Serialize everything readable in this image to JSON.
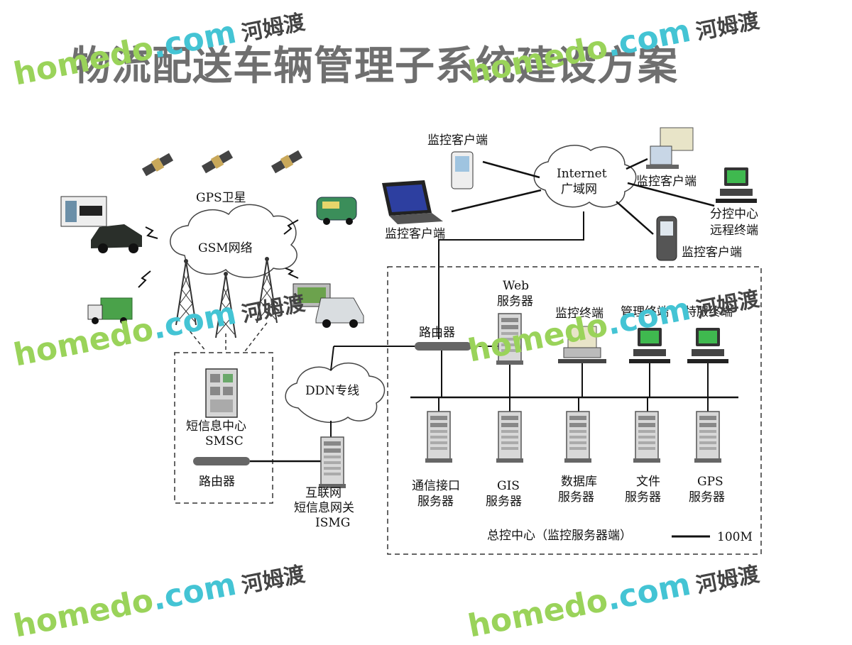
{
  "title": "物流配送车辆管理子系统建设方案",
  "labels": {
    "gps_satellite": "GPS卫星",
    "gsm_network": "GSM网络",
    "monitor_client": "监控客户端",
    "internet_line1": "Internet",
    "internet_line2": "广域网",
    "branch_line1": "分控中心",
    "branch_line2": "远程终端",
    "ddn": "DDN专线",
    "router": "路由器",
    "smsc_line1": "短信息中心",
    "smsc_line2": "SMSC",
    "ismg_line1": "互联网",
    "ismg_line2": "短信息网关",
    "ismg_line3": "ISMG",
    "web_line1": "Web",
    "web_line2": "服务器",
    "monitor_terminal": "监控终端",
    "manage_terminal": "管理终端",
    "special_terminal": "特服终端",
    "comm_line1": "通信接口",
    "comm_line2": "服务器",
    "gis_line1": "GIS",
    "gis_line2": "服务器",
    "db_line1": "数据库",
    "db_line2": "服务器",
    "file_line1": "文件",
    "file_line2": "服务器",
    "gps_line1": "GPS",
    "gps_line2": "服务器",
    "center": "总控中心（监控服务器端）",
    "legend": "100M"
  },
  "watermark": {
    "brand": "homedo",
    "domain": ".com",
    "cn": "河姆渡"
  },
  "colors": {
    "title": "#6f6f6f",
    "watermark_green": "#9ad35a",
    "watermark_cyan": "#44c4d4"
  }
}
